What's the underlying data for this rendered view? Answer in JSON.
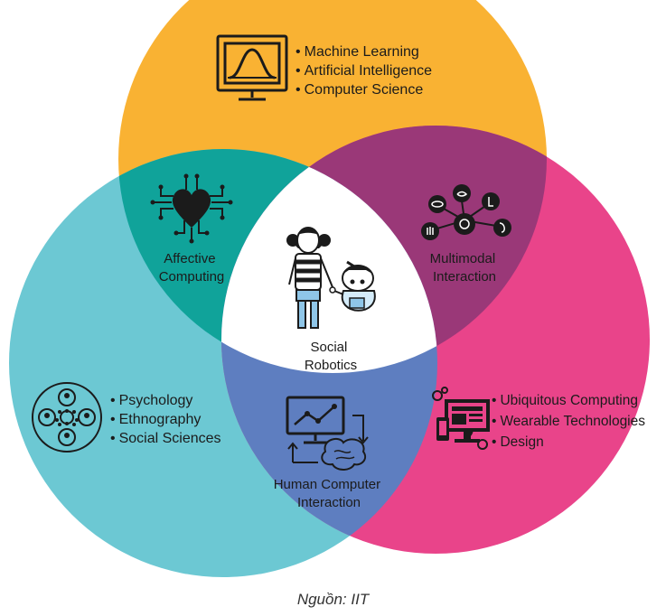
{
  "circles": {
    "top": {
      "color": "#F9B233",
      "items": [
        "Machine Learning",
        "Artificial Intelligence",
        "Computer Science"
      ]
    },
    "left": {
      "color": "#6CC8D3",
      "items": [
        "Psychology",
        "Ethnography",
        "Social Sciences"
      ]
    },
    "right": {
      "color": "#E9448A",
      "items": [
        "Ubiquitous Computing",
        "Wearable Technologies",
        "Design"
      ]
    }
  },
  "overlaps": {
    "top_left": {
      "line1": "Affective",
      "line2": "Computing",
      "color": "#10A39A"
    },
    "top_right": {
      "line1": "Multimodal",
      "line2": "Interaction",
      "color": "#9A3878"
    },
    "left_right": {
      "line1": "Human Computer",
      "line2": "Interaction",
      "color": "#5E7EC0"
    },
    "center": {
      "line1": "Social",
      "line2": "Robotics",
      "color": "#FFFFFF"
    }
  },
  "bullet": "•",
  "caption": "Nguồn: IIT"
}
